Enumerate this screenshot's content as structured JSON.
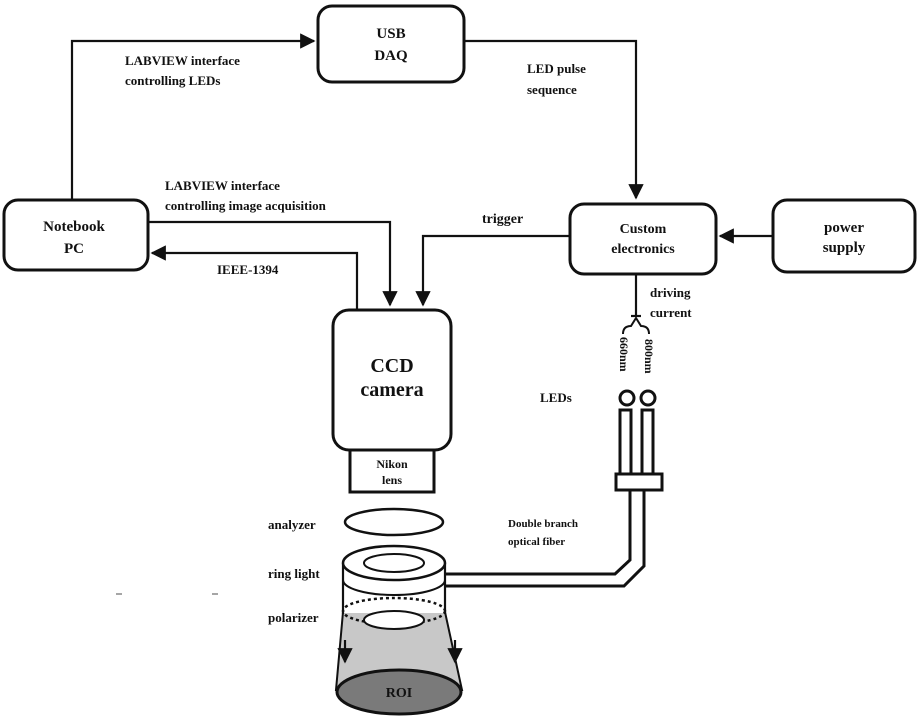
{
  "boxes": {
    "usb_daq": [
      "USB",
      "DAQ"
    ],
    "notebook": [
      "Notebook",
      "PC"
    ],
    "custom": [
      "Custom",
      "electronics"
    ],
    "power": [
      "power",
      "supply"
    ],
    "ccd": [
      "CCD",
      "camera"
    ],
    "nikon": [
      "Nikon",
      "lens"
    ]
  },
  "labels": {
    "labview_leds": [
      "LABVIEW interface",
      "controlling LEDs"
    ],
    "led_pulse": [
      "LED pulse",
      "sequence"
    ],
    "labview_image": [
      "LABVIEW interface",
      "controlling image acquisition"
    ],
    "trigger": "trigger",
    "ieee": "IEEE-1394",
    "driving": [
      "driving",
      "current"
    ],
    "nm660": "660nm",
    "nm800": "800nm",
    "leds": "LEDs",
    "fiber": [
      "Double branch",
      "optical fiber"
    ],
    "analyzer": "analyzer",
    "ring_light": "ring light",
    "polarizer": "polarizer",
    "roi": "ROI"
  }
}
